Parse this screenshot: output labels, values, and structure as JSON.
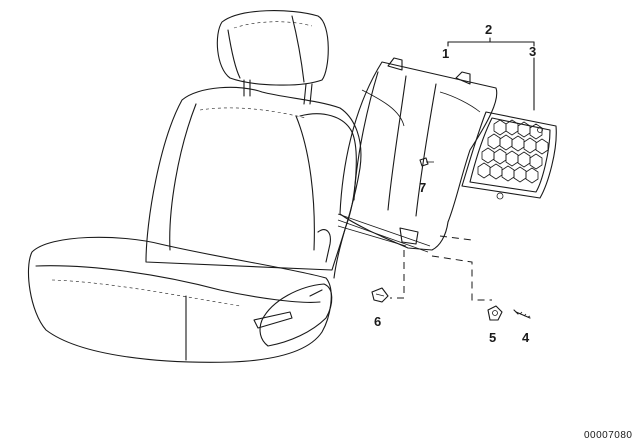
{
  "callouts": {
    "c1": "1",
    "c2": "2",
    "c3": "3",
    "c4": "4",
    "c5": "5",
    "c6": "6",
    "c7": "7"
  },
  "diagram_code": "00007080"
}
